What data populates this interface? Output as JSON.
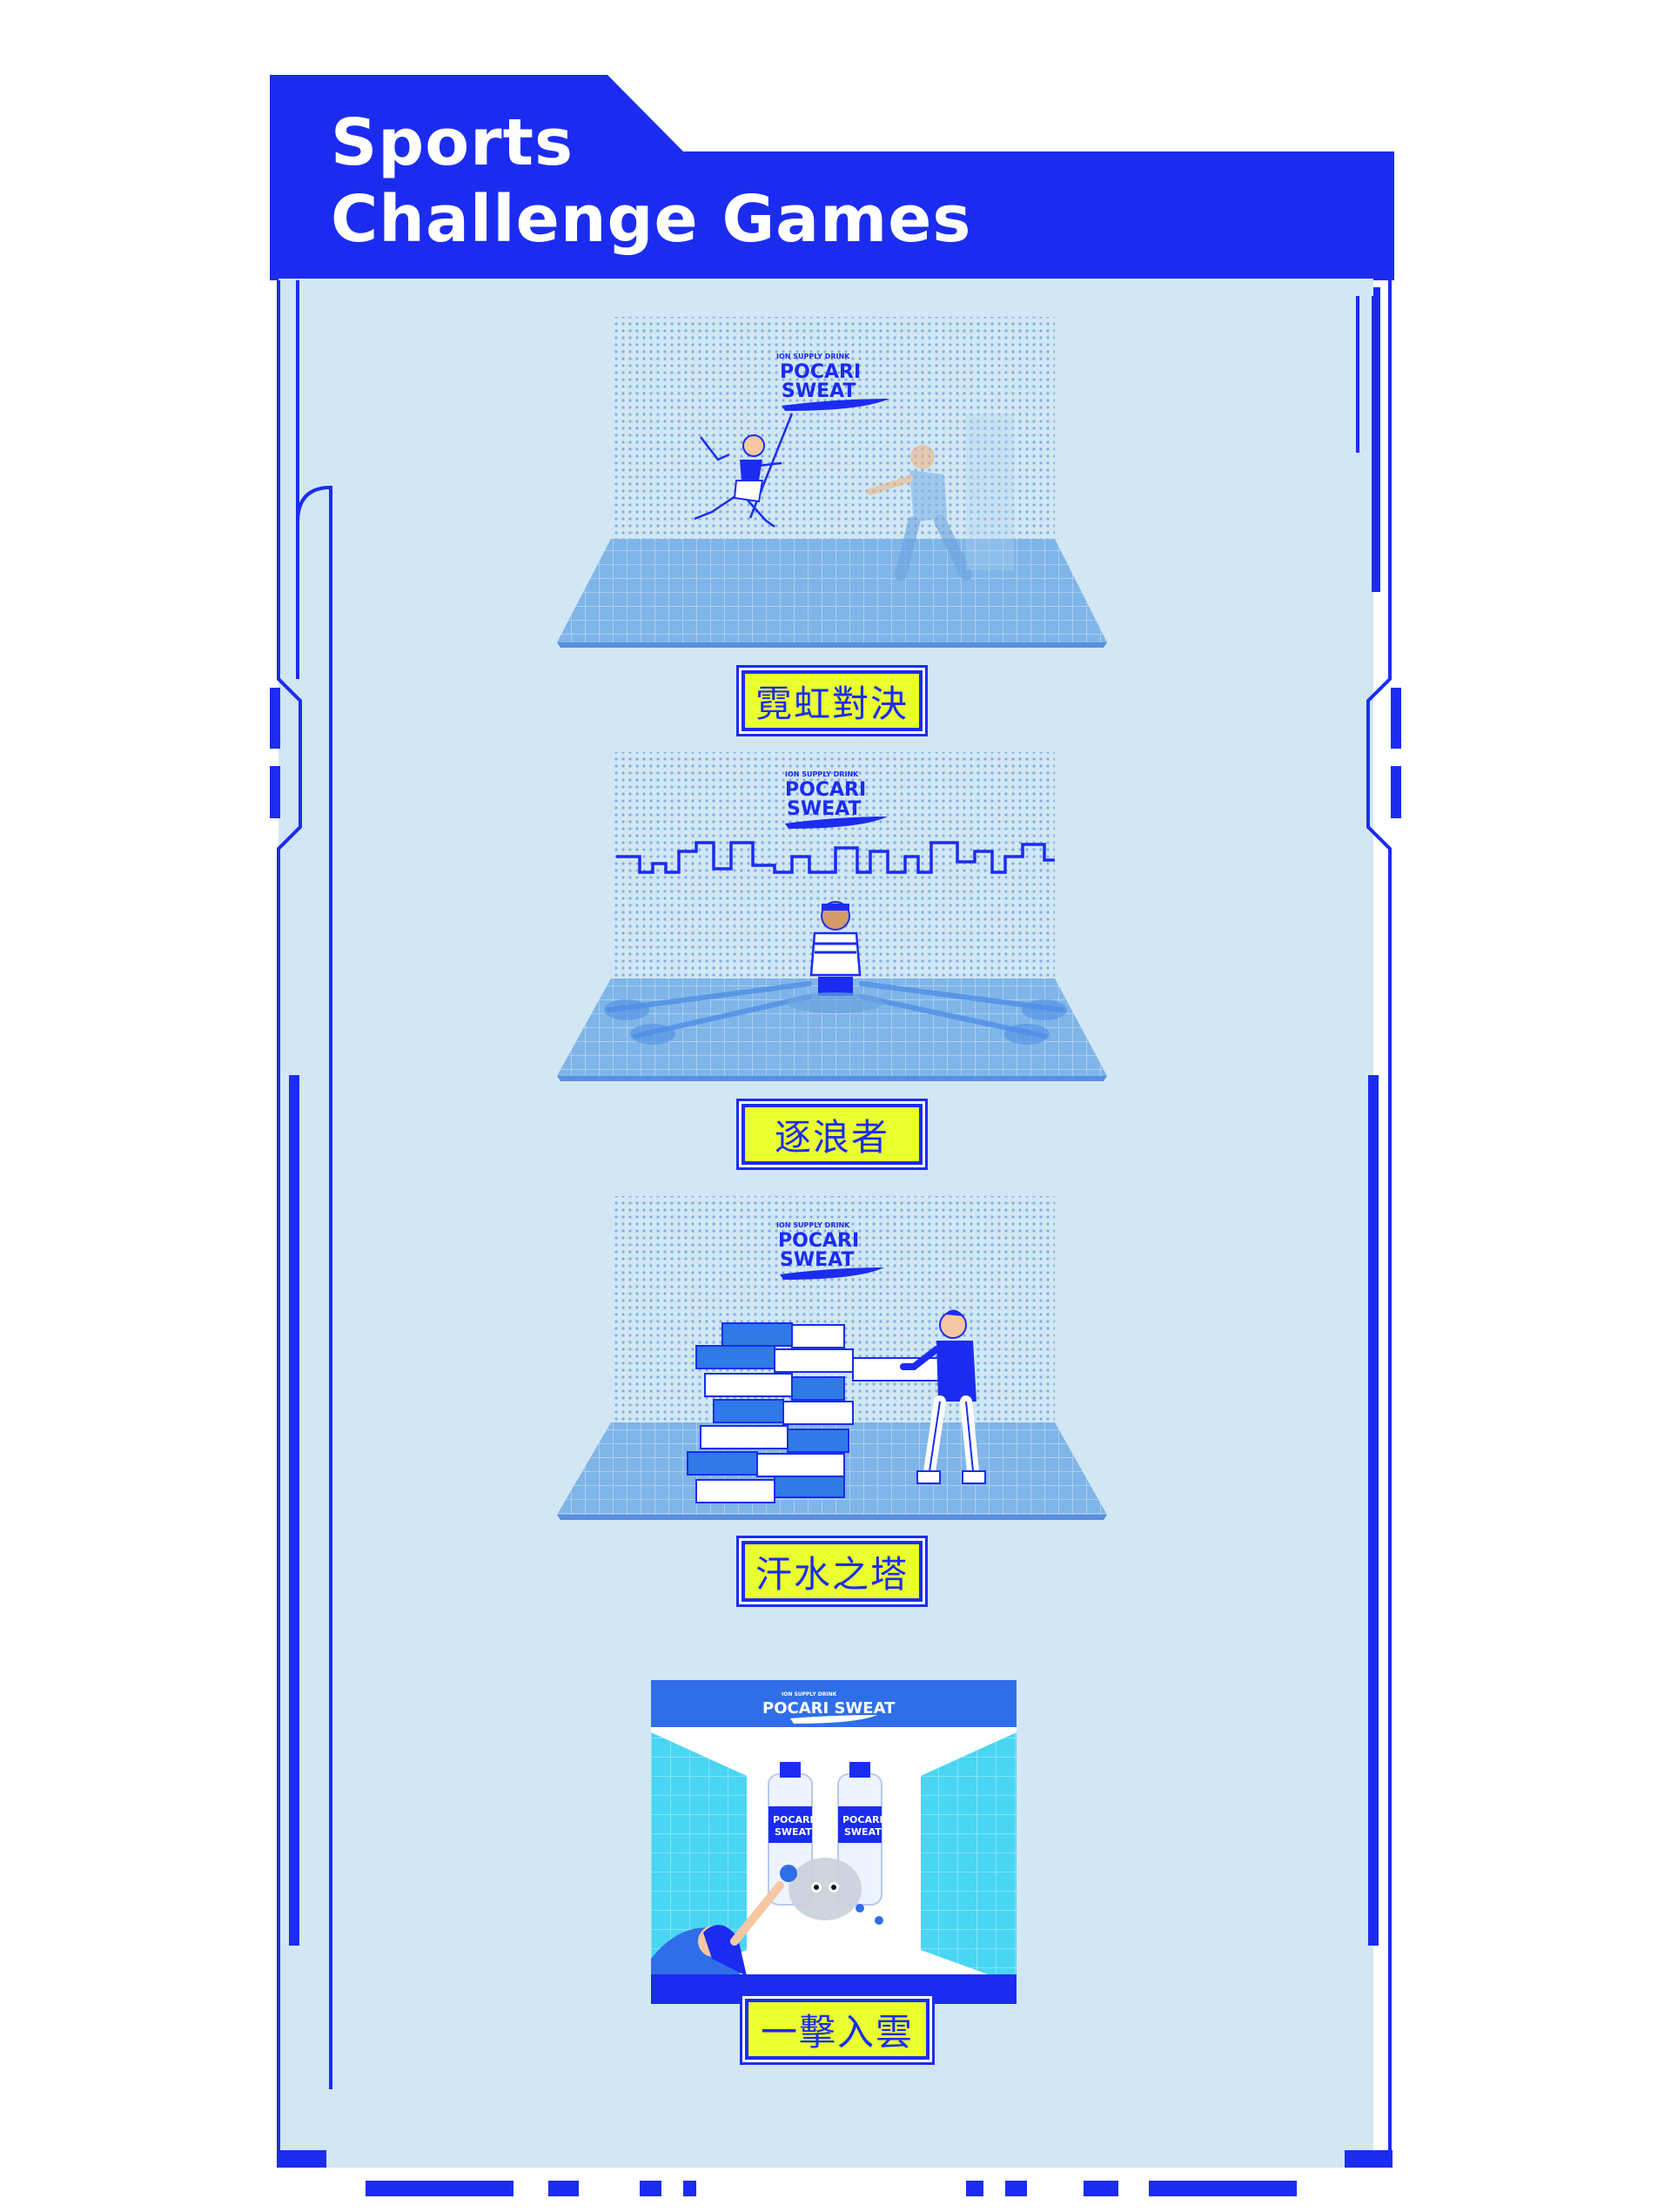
{
  "header": {
    "title_line1": "Sports",
    "title_line2": "Challenge Games"
  },
  "colors": {
    "brand_blue": "#1b2cf0",
    "panel_bg": "#d2e7f3",
    "label_bg": "#eaff2e",
    "stage_grid": "#9cc8ec"
  },
  "brand": {
    "tagline": "ION SUPPLY DRINK",
    "line1": "POCARI",
    "line2": "SWEAT",
    "full": "POCARI SWEAT"
  },
  "games": [
    {
      "label": "霓虹對決",
      "scene": "fencing-scene"
    },
    {
      "label": "逐浪者",
      "scene": "rowing-scene"
    },
    {
      "label": "汗水之塔",
      "scene": "tower-scene"
    },
    {
      "label": "一擊入雲",
      "scene": "throw-scene"
    }
  ]
}
